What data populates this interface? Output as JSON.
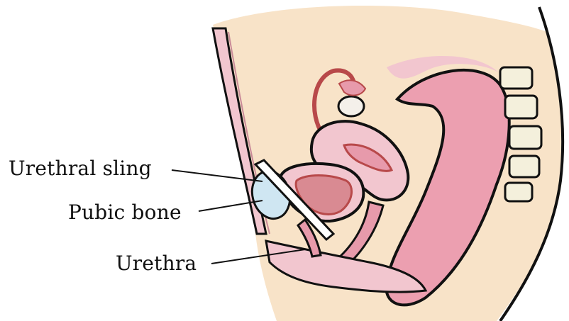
{
  "labels": {
    "urethral_sling": "Urethral sling",
    "pubic_bone": "Pubic bone",
    "urethra": "Urethra"
  },
  "colors": {
    "skin": "#f8e3c8",
    "pink_tissue": "#f2c6cf",
    "deep_pink": "#e79aab",
    "organ_red": "#b8494a",
    "bone_blue": "#cfe6f2",
    "sling_white": "#ffffff",
    "outline": "#111111",
    "spine_cream": "#f4f0dc"
  }
}
